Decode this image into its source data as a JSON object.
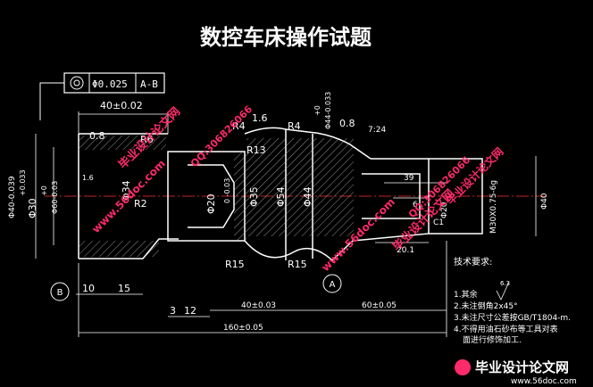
{
  "title": "数控车床操作试题",
  "colors": {
    "background": "#000000",
    "outline": "#ffffff",
    "dimension": "#ffffff",
    "centerline": "#ff3333",
    "hatch": "#dddddd",
    "watermark": "#ff2a6a",
    "axis_marker": "#ffffff"
  },
  "tolerance_frame": {
    "symbol": "◎",
    "value": "Φ0.025",
    "datum": "A-B"
  },
  "dimensions": {
    "len_40_top": "40±0.02",
    "rough_08_left": "0.8",
    "r6": "R6",
    "r2": "R2",
    "rough_16_small": "1.6",
    "dia_40_left": "Φ40-0.039",
    "dia_40_left_tol": "+0.033",
    "dia_30": "Φ30",
    "dia_30_tol_top": "+0",
    "dia_30_tol_bot": "Φ60-0.03",
    "dia_34": "Φ34",
    "dia_20": "Φ20",
    "dia_20_tol": "0 -0.03",
    "dia_35": "Φ35",
    "dia_54": "Φ54",
    "dia_44": "Φ44",
    "dia_44_tol_a": "+0",
    "dia_44_tol_b": "Φ44-0.033",
    "rough_16_top": "1.6",
    "r4_left": "R4",
    "r4_right": "R4",
    "r13": "R13",
    "rough_08_right": "0.8",
    "taper": "7:24",
    "len_39": "39",
    "len_6": "6",
    "dia_20_right": "Φ20",
    "thread": "M30X0.75-6g",
    "dia_40_right": "Φ40",
    "c1": "C1",
    "len_20_1": "20.1",
    "r15_left": "R15",
    "r15_right": "R15",
    "len_10": "10",
    "len_15": "15",
    "len_3": "3",
    "len_12": "12",
    "len_40_bottom": "40±0.03",
    "len_60": "60±0.05",
    "len_160": "160±0.05"
  },
  "datum_labels": {
    "b": "B",
    "a": "A"
  },
  "notes": {
    "heading": "技术要求:",
    "roughness_symbol": "6.3",
    "line1": "1.其余",
    "line2": "2.未注倒角2x45°",
    "line3": "3.未注尺寸公差按GB/T1804-m.",
    "line4": "4.不得用油石砂布等工具对表",
    "line5": "面进行修饰加工."
  },
  "watermarks": {
    "w1": "毕业设计论文网",
    "w2": "www.56doc.com",
    "w3": "QQ:306826066",
    "w4": "毕业设计论文网",
    "w5": "www.56doc.com",
    "w6": "QQ:306826066",
    "w7": "毕业设计论文网",
    "footer_cn": "毕业设计论文网",
    "footer_url": "www.56doc.com"
  }
}
